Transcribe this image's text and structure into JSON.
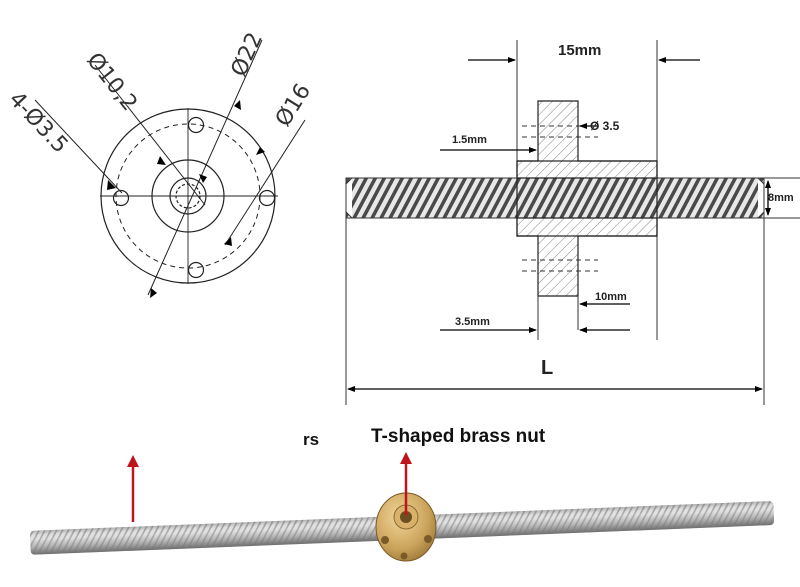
{
  "front_view": {
    "label_holes": "4-Ø3.5",
    "label_inner": "Ø10,2",
    "label_outer": "Ø22",
    "label_pcd": "Ø16"
  },
  "side_view": {
    "flange_width": "15mm",
    "hole_dia": "Ø 3.5",
    "flange_thickness": "1.5mm",
    "screw_dia": "8mm",
    "hub_length": "10mm",
    "flange_offset": "3.5mm",
    "length": "L"
  },
  "photo": {
    "partial_label": "rs",
    "nut_label": "T-shaped brass nut"
  },
  "colors": {
    "arrow_red": "#c0141c",
    "brass": "#c9a25a",
    "steel": "#a9a9a9"
  }
}
